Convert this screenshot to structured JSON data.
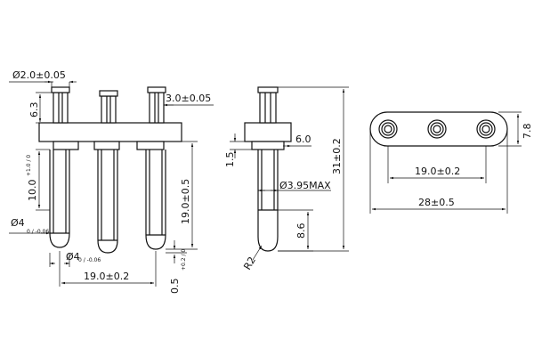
{
  "dimensions": {
    "pin_head_dia": "Ø2.0±0.05",
    "pin_top_height": "6.3",
    "head_width": "3.0±0.05",
    "pin_length": "10.0",
    "pin_length_tol": "+1.0 / 0",
    "pin_dia_left": "Ø4",
    "pin_dia_left_tol": "0 / -0.06",
    "pin_dia_bottom": "Ø4",
    "pin_dia_bottom_tol": "0 / -0.06",
    "pin_spacing_front": "19.0±0.2",
    "insert_length": "19.0±0.5",
    "bottom_offset": "0.5",
    "bottom_offset_tol": "+0.2 / 0",
    "body_thickness": "6.0",
    "collar_height": "1.5",
    "max_dia": "Ø3.95MAX",
    "tip_length": "8.6",
    "tip_radius": "R2",
    "total_length": "31±0.2",
    "top_width": "7.8",
    "top_spacing": "19.0±0.2",
    "overall_length": "28±0.5"
  }
}
